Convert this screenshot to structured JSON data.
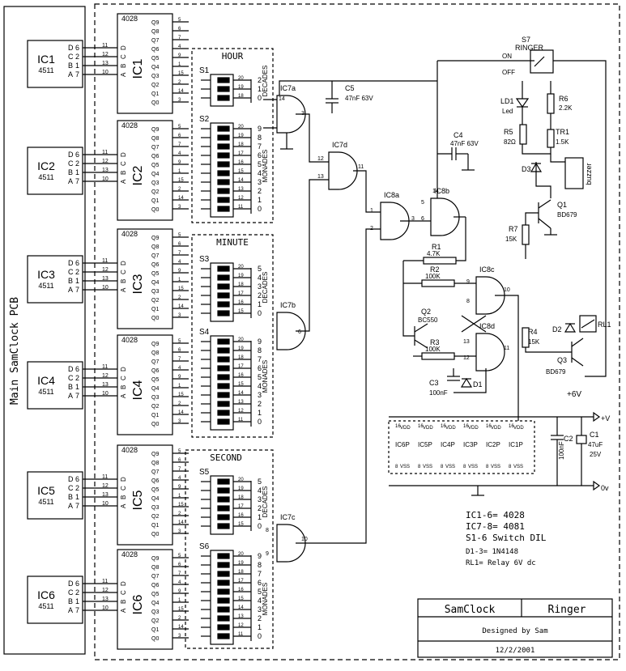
{
  "pcb_label": "Main SamClock PCB",
  "ic4511": [
    {
      "name": "IC1",
      "part": "4511"
    },
    {
      "name": "IC2",
      "part": "4511"
    },
    {
      "name": "IC3",
      "part": "4511"
    },
    {
      "name": "IC4",
      "part": "4511"
    },
    {
      "name": "IC5",
      "part": "4511"
    },
    {
      "name": "IC6",
      "part": "4511"
    }
  ],
  "pins_4511": {
    "names": [
      "D",
      "C",
      "B",
      "A"
    ],
    "numbers": [
      "6",
      "2",
      "1",
      "7"
    ],
    "wire_numbers": [
      "11",
      "12",
      "13",
      "10"
    ]
  },
  "ic4028": [
    {
      "name": "IC1",
      "part": "4028"
    },
    {
      "name": "IC2",
      "part": "4028"
    },
    {
      "name": "IC3",
      "part": "4028"
    },
    {
      "name": "IC4",
      "part": "4028"
    },
    {
      "name": "IC5",
      "part": "4028"
    },
    {
      "name": "IC6",
      "part": "4028"
    }
  ],
  "pins_4028_inputs": [
    "D",
    "C",
    "B",
    "A"
  ],
  "pins_4028_outputs": [
    "Q9",
    "Q8",
    "Q7",
    "Q6",
    "Q5",
    "Q4",
    "Q3",
    "Q2",
    "Q1",
    "Q0"
  ],
  "pins_4028_numbers": [
    "5",
    "6",
    "7",
    "4",
    "9",
    "1",
    "15",
    "2",
    "14",
    "3"
  ],
  "groups": [
    {
      "title": "HOUR",
      "decades": "DECADES",
      "monades": "MONADES"
    },
    {
      "title": "MINUTE",
      "decades": "DECADES",
      "monades": "MONADES"
    },
    {
      "title": "SECOND",
      "decades": "DECADES",
      "monades": "MONADES"
    }
  ],
  "switches": [
    {
      "name": "S1",
      "right": [
        "2",
        "1",
        "0"
      ],
      "left": [
        "",
        "",
        "",
        ""
      ]
    },
    {
      "name": "S2",
      "right": [
        "9",
        "8",
        "7",
        "6",
        "5",
        "4",
        "3",
        "2",
        "1",
        "0"
      ]
    },
    {
      "name": "S3",
      "right": [
        "5",
        "4",
        "3",
        "2",
        "1",
        "0"
      ]
    },
    {
      "name": "S4",
      "right": [
        "9",
        "8",
        "7",
        "6",
        "5",
        "4",
        "3",
        "2",
        "1",
        "0"
      ]
    },
    {
      "name": "S5",
      "right": [
        "5",
        "4",
        "3",
        "2",
        "1",
        "0"
      ]
    },
    {
      "name": "S6",
      "right": [
        "9",
        "8",
        "7",
        "6",
        "5",
        "4",
        "3",
        "2",
        "1",
        "0"
      ]
    }
  ],
  "switch_pins_left": [
    "20",
    "19",
    "18",
    "17",
    "16",
    "15",
    "14",
    "13",
    "12",
    "11"
  ],
  "gates": {
    "ic7a": "IC7a",
    "ic7b": "IC7b",
    "ic7c": "IC7c",
    "ic7d": "IC7d",
    "ic8a": "IC8a",
    "ic8b": "IC8b",
    "ic8c": "IC8c",
    "ic8d": "IC8d"
  },
  "gate_pins": {
    "ic7a_in1": "14",
    "ic7a_in2": "",
    "ic7a_out": "3",
    "ic7b_out": "6",
    "ic7c_in1": "8",
    "ic7c_in2": "9",
    "ic7c_out": "10",
    "ic7d_in1": "12",
    "ic7d_in2": "13",
    "ic7d_out": "11",
    "ic8a_in1": "1",
    "ic8a_in2": "2",
    "ic8a_out": "3",
    "ic8b_in1": "5",
    "ic8b_in2": "6",
    "ic8b_pwr": "14",
    "ic8c_in1": "9",
    "ic8c_in2": "8",
    "ic8c_out": "10",
    "ic8d_in1": "13",
    "ic8d_in2": "12",
    "ic8d_out": "11"
  },
  "components": {
    "c5": {
      "name": "C5",
      "value": "47nF 63V"
    },
    "c4": {
      "name": "C4",
      "value": "47nF 63V"
    },
    "c3": {
      "name": "C3",
      "value": "100nF"
    },
    "c2": {
      "name": "C2",
      "value": "100nF"
    },
    "c1": {
      "name": "C1",
      "value": "47uF",
      "voltage": "25V"
    },
    "r1": {
      "name": "R1",
      "value": "4.7K"
    },
    "r2": {
      "name": "R2",
      "value": "100K"
    },
    "r3": {
      "name": "R3",
      "value": "100K"
    },
    "r4": {
      "name": "R4",
      "value": "15K"
    },
    "r5": {
      "name": "R5",
      "value": "82Ω"
    },
    "r6": {
      "name": "R6",
      "value": "2.2K"
    },
    "r7": {
      "name": "R7",
      "value": "15K"
    },
    "tr1": {
      "name": "TR1",
      "value": "1.5K"
    },
    "q1": {
      "name": "Q1",
      "value": "BD679"
    },
    "q2": {
      "name": "Q2",
      "value": "BC550"
    },
    "q3": {
      "name": "Q3",
      "value": "BD679"
    },
    "d1": {
      "name": "D1"
    },
    "d2": {
      "name": "D2"
    },
    "d3": {
      "name": "D3"
    },
    "ld1": {
      "name": "LD1",
      "value": "Led"
    },
    "rl1": {
      "name": "RL1"
    },
    "s7": {
      "name": "S7",
      "value": "RINGER",
      "on": "ON",
      "off": "OFF"
    },
    "buzzer": {
      "name": "buzzer"
    }
  },
  "power": {
    "v6": "+6V",
    "vplus": "+V",
    "v0": "0v",
    "ic_power": [
      "IC6P",
      "IC5P",
      "IC4P",
      "IC3P",
      "IC2P",
      "IC1P"
    ],
    "vdd": "VDD",
    "vss": "VSS",
    "pin16": "16",
    "pin8": "8"
  },
  "notes": [
    "IC1-6= 4028",
    "IC7-8= 4081",
    "S1-6  Switch DIL",
    "D1-3= 1N4148",
    "RL1= Relay 6V dc"
  ],
  "title_block": {
    "project": "SamClock",
    "sheet": "Ringer",
    "designer": "Designed by Sam",
    "date": "12/2/2001"
  }
}
